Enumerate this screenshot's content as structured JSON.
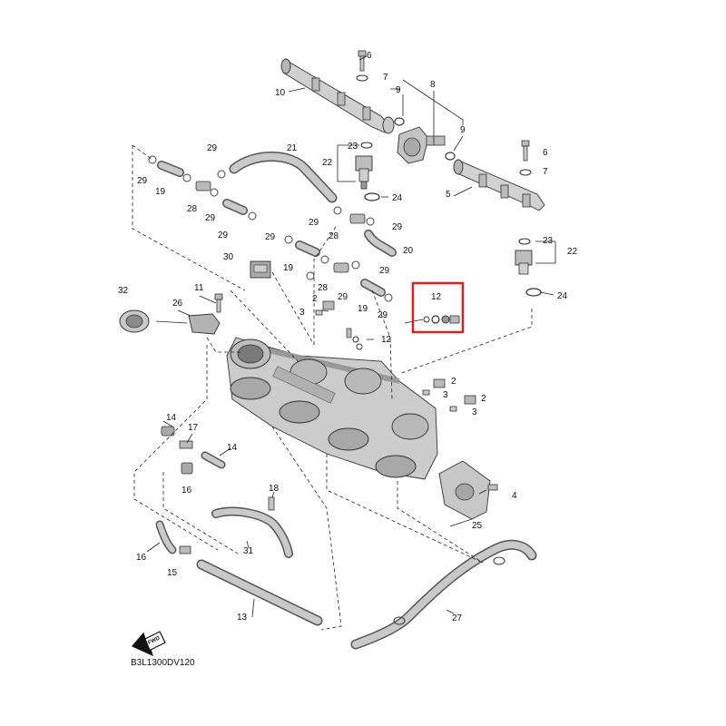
{
  "diagram": {
    "code": "B3L1300DV120",
    "fwd_label": "FWD",
    "highlight_color": "#dc2020",
    "callouts": {
      "c1": "6",
      "c2": "7",
      "c3": "10",
      "c4": "9",
      "c5": "8",
      "c6": "9",
      "c7": "23",
      "c8": "22",
      "c9": "24",
      "c10": "21",
      "c11": "29",
      "c12": "29",
      "c13": "19",
      "c14": "28",
      "c15": "29",
      "c16": "29",
      "c17": "6",
      "c18": "7",
      "c19": "5",
      "c20": "29",
      "c21": "28",
      "c22": "29",
      "c23": "23",
      "c24": "22",
      "c25": "20",
      "c26": "30",
      "c27": "29",
      "c28": "19",
      "c29": "29",
      "c30": "28",
      "c31": "29",
      "c32": "24",
      "c33": "32",
      "c34": "26",
      "c35": "11",
      "c36": "2",
      "c37": "3",
      "c38": "19",
      "c39": "29",
      "c40": "12",
      "c41": "12",
      "c42": "2",
      "c43": "3",
      "c44": "2",
      "c45": "3",
      "c46": "14",
      "c47": "17",
      "c48": "14",
      "c49": "16",
      "c50": "18",
      "c51": "4",
      "c52": "25",
      "c53": "16",
      "c54": "31",
      "c55": "15",
      "c56": "13",
      "c57": "27"
    }
  }
}
